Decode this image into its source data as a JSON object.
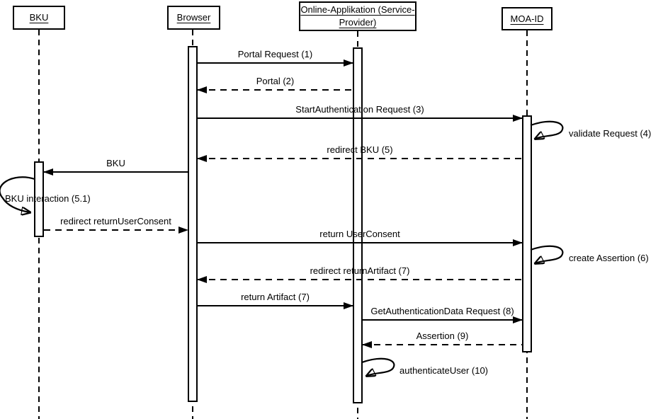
{
  "diagram_type": "uml-sequence-diagram",
  "colors": {
    "line": "#000000",
    "background": "#ffffff"
  },
  "actors": {
    "bku": {
      "label": "BKU"
    },
    "browser": {
      "label": "Browser"
    },
    "service": {
      "label": "Online-Applikation (Service-\nProvider)"
    },
    "moaid": {
      "label": "MOA-ID"
    }
  },
  "messages": {
    "portal_request": {
      "label": "Portal Request (1)",
      "from": "Browser",
      "to": "Online-Applikation",
      "line": "solid"
    },
    "portal": {
      "label": "Portal (2)",
      "from": "Online-Applikation",
      "to": "Browser",
      "line": "dashed"
    },
    "start_authentication": {
      "label": "StartAuthentication Request (3)",
      "from": "Browser",
      "to": "MOA-ID",
      "line": "solid"
    },
    "validate_request": {
      "label": "validate Request (4)",
      "from": "MOA-ID",
      "to": "MOA-ID",
      "line": "self"
    },
    "redirect_bku": {
      "label": "redirect BKU (5)",
      "from": "MOA-ID",
      "to": "Browser",
      "line": "dashed"
    },
    "bku": {
      "label": "BKU",
      "from": "Browser",
      "to": "BKU",
      "line": "solid"
    },
    "bku_interaction": {
      "label": "BKU interaction (5.1)",
      "from": "BKU",
      "to": "BKU",
      "line": "self"
    },
    "redirect_return_user_consent": {
      "label": "redirect returnUserConsent",
      "from": "BKU",
      "to": "Browser",
      "line": "dashed"
    },
    "return_user_consent": {
      "label": "return UserConsent",
      "from": "Browser",
      "to": "MOA-ID",
      "line": "solid"
    },
    "create_assertion": {
      "label": "create Assertion (6)",
      "from": "MOA-ID",
      "to": "MOA-ID",
      "line": "self"
    },
    "redirect_return_artifact": {
      "label": "redirect returnArtifact (7)",
      "from": "MOA-ID",
      "to": "Browser",
      "line": "dashed"
    },
    "return_artifact": {
      "label": "return Artifact (7)",
      "from": "Browser",
      "to": "Online-Applikation",
      "line": "solid"
    },
    "get_authentication_data": {
      "label": "GetAuthenticationData Request (8)",
      "from": "Online-Applikation",
      "to": "MOA-ID",
      "line": "solid"
    },
    "assertion": {
      "label": "Assertion (9)",
      "from": "MOA-ID",
      "to": "Online-Applikation",
      "line": "dashed"
    },
    "authenticate_user": {
      "label": "authenticateUser (10)",
      "from": "Online-Applikation",
      "to": "Online-Applikation",
      "line": "self"
    }
  }
}
